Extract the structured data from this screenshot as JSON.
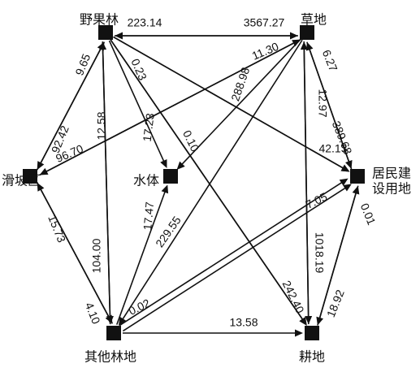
{
  "nodes": {
    "forest": {
      "label": [
        "野果林"
      ]
    },
    "grassland": {
      "label": [
        "草地"
      ]
    },
    "landslide": {
      "label": [
        "滑坡区"
      ]
    },
    "water": {
      "label": [
        "水体"
      ]
    },
    "residential": {
      "label": [
        "居民建",
        "设用地"
      ]
    },
    "other_forest": {
      "label": [
        "其他林地"
      ]
    },
    "farmland": {
      "label": [
        "耕地"
      ]
    }
  },
  "edges": [
    {
      "id": "e1",
      "from": "grassland",
      "to": "forest",
      "value": "223.14"
    },
    {
      "id": "e2",
      "from": "forest",
      "to": "grassland",
      "value": "3567.27"
    },
    {
      "id": "e3",
      "from": "forest",
      "to": "landslide",
      "value": "9.65"
    },
    {
      "id": "e4",
      "from": "landslide",
      "to": "forest",
      "value": "92.42"
    },
    {
      "id": "e5",
      "from": "forest",
      "to": "other_forest",
      "value": "12.58"
    },
    {
      "id": "e6",
      "from": "other_forest",
      "to": "forest",
      "value": "104.00"
    },
    {
      "id": "e7",
      "from": "forest",
      "to": "water",
      "value": "17.23"
    },
    {
      "id": "e8",
      "from": "forest",
      "to": "residential",
      "value": "0.23"
    },
    {
      "id": "e9",
      "from": "forest",
      "to": "farmland",
      "value": "0.10"
    },
    {
      "id": "e10",
      "from": "grassland",
      "to": "landslide",
      "value": "11.30"
    },
    {
      "id": "e11",
      "from": "landslide",
      "to": "grassland",
      "value": "96.70"
    },
    {
      "id": "e12",
      "from": "grassland",
      "to": "water",
      "value": "288.98"
    },
    {
      "id": "e13",
      "from": "grassland",
      "to": "residential",
      "value": "6.27"
    },
    {
      "id": "e14",
      "from": "residential",
      "to": "grassland",
      "value": "389.68"
    },
    {
      "id": "e15",
      "from": "grassland",
      "to": "farmland",
      "value": "12.97"
    },
    {
      "id": "e16",
      "from": "farmland",
      "to": "grassland",
      "value": "1018.19"
    },
    {
      "id": "e17",
      "from": "grassland",
      "to": "other_forest",
      "value": "229.55"
    },
    {
      "id": "e18",
      "from": "forest",
      "to": "residential",
      "value": "42.13"
    },
    {
      "id": "e19",
      "from": "landslide",
      "to": "other_forest",
      "value": "15.73"
    },
    {
      "id": "e20",
      "from": "other_forest",
      "to": "landslide",
      "value": "4.10"
    },
    {
      "id": "e21",
      "from": "other_forest",
      "to": "water",
      "value": "17.47"
    },
    {
      "id": "e22",
      "from": "other_forest",
      "to": "residential",
      "value": "0.02"
    },
    {
      "id": "e23",
      "from": "other_forest",
      "to": "residential",
      "value": "7.05"
    },
    {
      "id": "e24",
      "from": "residential",
      "to": "farmland",
      "value": "0.01"
    },
    {
      "id": "e25",
      "from": "farmland",
      "to": "residential",
      "value": "18.92"
    },
    {
      "id": "e26",
      "from": "other_forest",
      "to": "farmland",
      "value": "13.58"
    },
    {
      "id": "e27",
      "from": "forest",
      "to": "farmland",
      "value": "242.40"
    }
  ]
}
